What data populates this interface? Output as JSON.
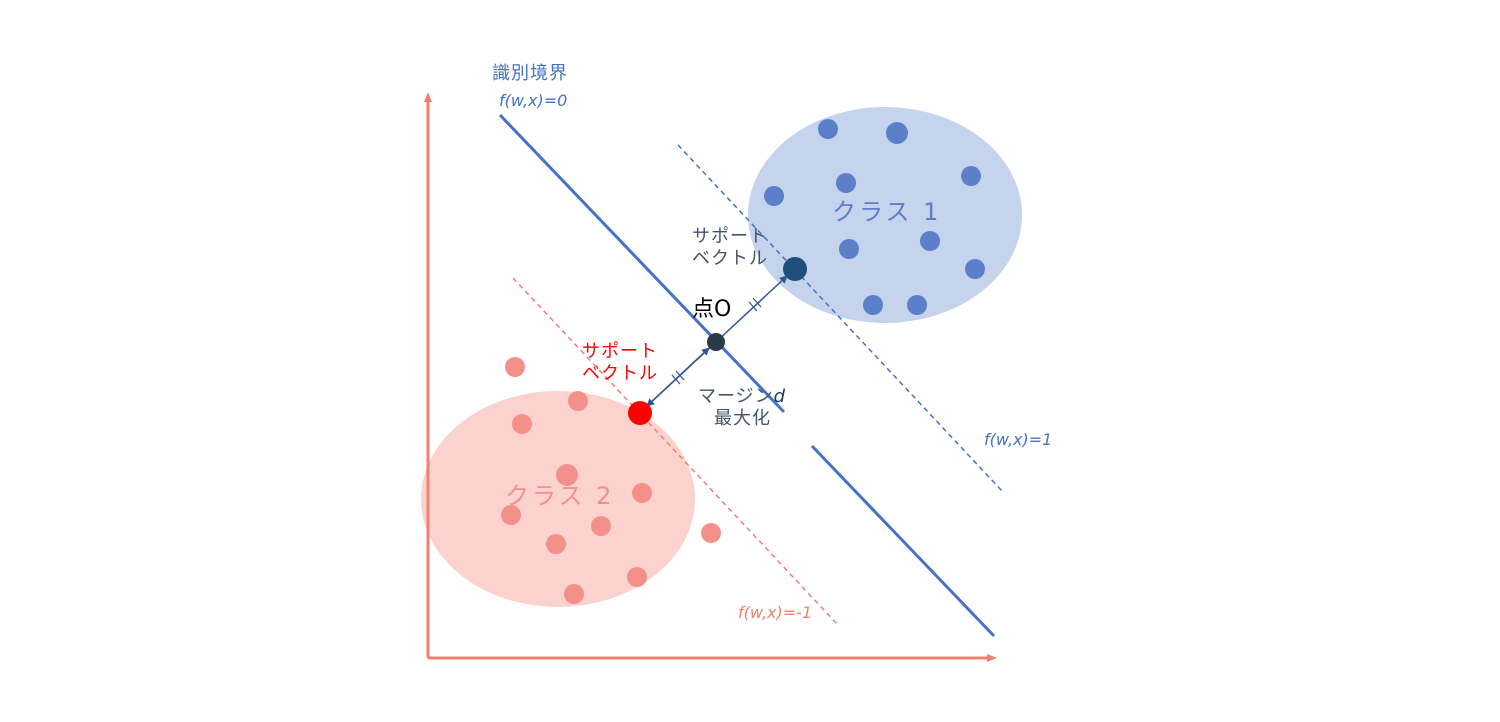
{
  "labels": {
    "boundary_title": "識別境界",
    "boundary_eq": "f(w,x)=0",
    "plus_margin_eq": "f(w,x)=1",
    "minus_margin_eq": "f(w,x)=-1",
    "class1": "クラス 1",
    "class2": "クラス 2",
    "sv_blue_line1": "サポート",
    "sv_blue_line2": "ベクトル",
    "sv_red_line1": "サポート",
    "sv_red_line2": "ベクトル",
    "point_o": "点O",
    "margin_line1": "マージン",
    "margin_var": "d",
    "margin_line2": "最大化"
  },
  "colors": {
    "axis": "#f08070",
    "boundary": "#4472c4",
    "class1_fill": "#c5d3ec",
    "class1_point": "#5b80c9",
    "class2_fill": "#fcd2ce",
    "class2_point": "#f4908a",
    "sv_blue": "#1f4e79",
    "sv_red": "#ff0000",
    "point_o": "#2b3a4a",
    "arrow": "#2f5597",
    "text_blue": "#4472c4",
    "text_red": "#ff0000",
    "text_pink": "#f08070",
    "text_navy": "#44546a"
  }
}
